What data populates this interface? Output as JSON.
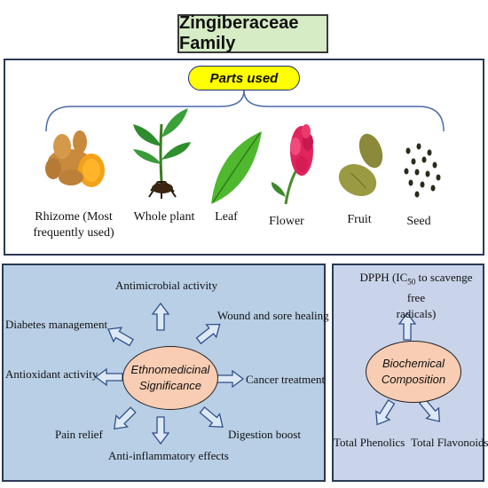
{
  "title": "Zingiberaceae Family",
  "parts_used": {
    "heading": "Parts used",
    "items": [
      {
        "label_line1": "Rhizome (Most",
        "label_line2": "frequently used)"
      },
      {
        "label_line1": "Whole plant"
      },
      {
        "label_line1": "Leaf"
      },
      {
        "label_line1": "Flower"
      },
      {
        "label_line1": "Fruit"
      },
      {
        "label_line1": "Seed"
      }
    ]
  },
  "ethnomedicinal": {
    "center_line1": "Ethnomedicinal",
    "center_line2": "Significance",
    "activities": {
      "antimicrobial": "Antimicrobial activity",
      "diabetes": "Diabetes management",
      "wound": "Wound and sore healing",
      "antioxidant": "Antioxidant activity",
      "cancer": "Cancer treatment",
      "pain": "Pain relief",
      "digestion": "Digestion boost",
      "antiinflammatory": "Anti-inflammatory effects"
    }
  },
  "biochemical": {
    "center_line1": "Biochemical",
    "center_line2": "Composition",
    "dpph_prefix": "DPPH (IC",
    "dpph_sub": "50",
    "dpph_suffix": " to scavenge free",
    "dpph_line2": "radicals)",
    "phenolics": "Total Phenolics",
    "flavonoids": "Total Flavonoids"
  },
  "colors": {
    "title_bg": "#d6ecc4",
    "pill_bg": "#ffff00",
    "left_panel_bg": "#b8cfe6",
    "right_panel_bg": "#c9d4ea",
    "ellipse_fill": "#f8cdb3",
    "arrow_fill": "#dce8f5",
    "arrow_stroke": "#2f4f8a"
  }
}
